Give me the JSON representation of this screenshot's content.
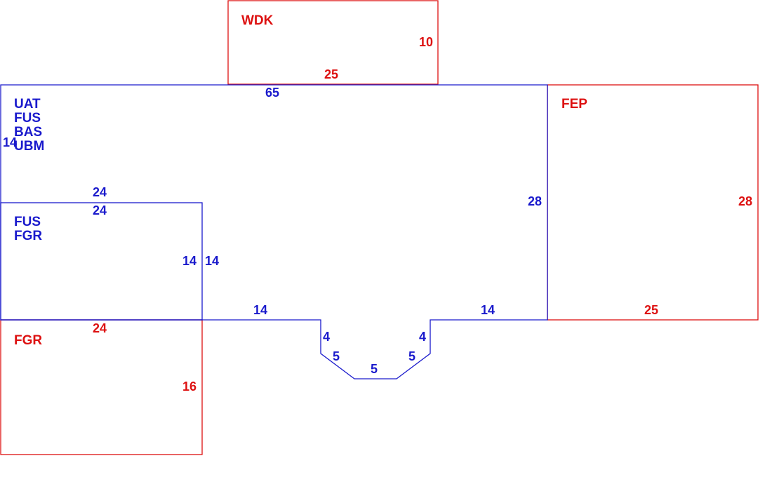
{
  "colors": {
    "main": "#1a1acc",
    "addition": "#dd1111"
  },
  "areas": {
    "wdk": {
      "label": "WDK",
      "dims": [
        "10",
        "25"
      ]
    },
    "main": {
      "codes": [
        "UAT",
        "FUS",
        "BAS",
        "UBM"
      ],
      "dims": [
        "65",
        "14",
        "24",
        "28"
      ]
    },
    "lower_left": {
      "codes": [
        "FUS",
        "FGR"
      ],
      "dims": [
        "24",
        "14",
        "14"
      ]
    },
    "bottom_edges": {
      "dims": [
        "14",
        "14"
      ]
    },
    "bay": {
      "dims": [
        "4",
        "5",
        "5",
        "5",
        "4"
      ]
    },
    "fep": {
      "label": "FEP",
      "dims": [
        "28",
        "25"
      ]
    },
    "fgr": {
      "label": "FGR",
      "dims": [
        "24",
        "16"
      ]
    }
  }
}
